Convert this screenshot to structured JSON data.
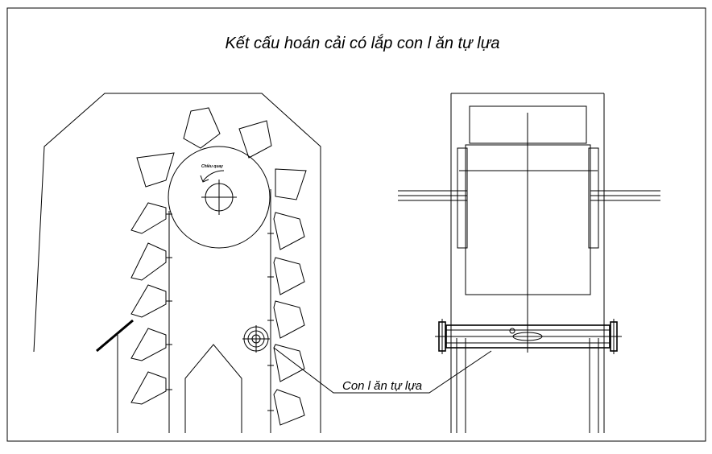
{
  "diagram": {
    "title": "Kết cấu hoán cải có lắp con l ăn tự lựa",
    "label_roller": "Con l ăn tự lựa",
    "label_rotation": "Chiều quay"
  }
}
